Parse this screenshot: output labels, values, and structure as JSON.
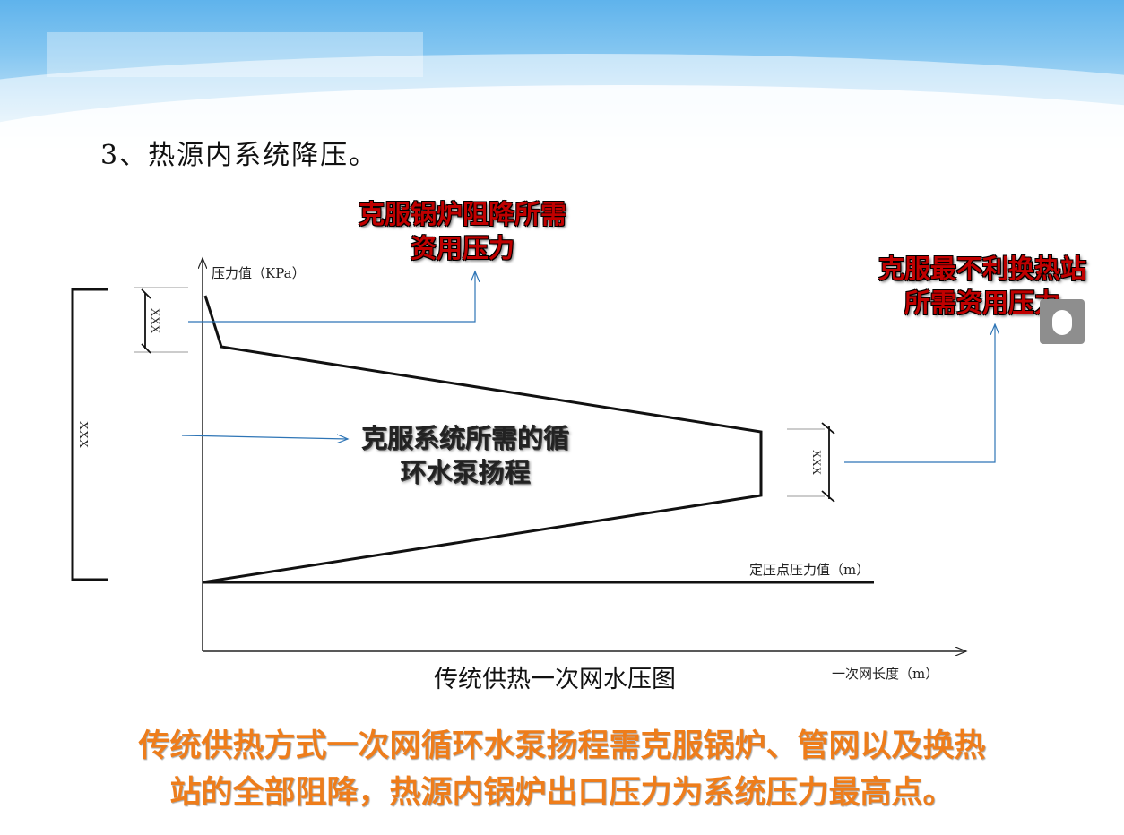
{
  "heading": "3、热源内系统降压。",
  "callouts": {
    "boiler_line1": "克服锅炉阻降所需",
    "boiler_line2": "资用压力",
    "station_line1": "克服最不利换热站",
    "station_line2": "所需资用压力",
    "pump_line1": "克服系统所需的循",
    "pump_line2": "环水泵扬程"
  },
  "axes": {
    "y_label": "压力值（KPa）",
    "x_label": "一次网长度（m）",
    "reference_line_label": "定压点压力值（m）"
  },
  "dimension_labels": {
    "boiler_drop": "XXX",
    "total_head": "XXX",
    "station_drop": "XXX"
  },
  "caption": "传统供热一次网水压图",
  "summary": {
    "line1": "传统供热方式一次网循环水泵扬程需克服锅炉、管网以及换热",
    "line2": "站的全部阻降，热源内锅炉出口压力为系统压力最高点。"
  },
  "colors": {
    "callout_red": "#c00000",
    "summary_orange": "#ee7d1b",
    "arrow_blue": "#2e75b6",
    "banner_blue": "#5fb3ec"
  }
}
